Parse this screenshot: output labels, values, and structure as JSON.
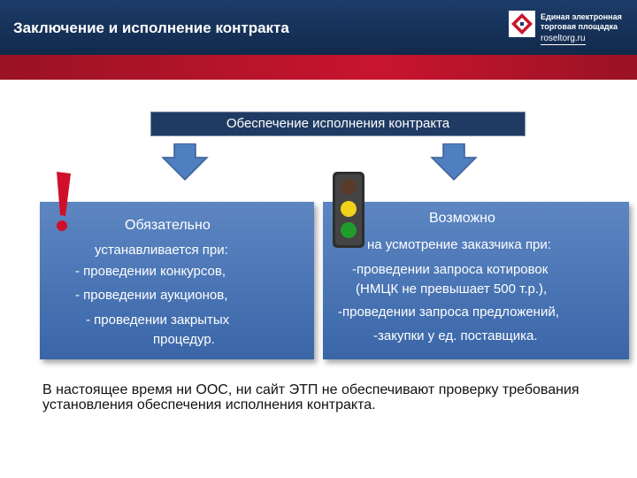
{
  "header": {
    "title": "Заключение и исполнение контракта",
    "logo_line1": "Единая электронная",
    "logo_line2": "торговая площадка",
    "logo_url": "roseltorg.ru"
  },
  "heading": "Обеспечение исполнения контракта",
  "left_panel": {
    "title": "Обязательно",
    "lines": [
      "устанавливается при:",
      "-  проведении конкурсов,",
      "-   проведении аукционов,",
      "-   проведении закрытых",
      "процедур."
    ]
  },
  "right_panel": {
    "title": "Возможно",
    "lines": [
      "на усмотрение заказчика при:",
      "-проведении запроса котировок",
      "(НМЦК не превышает 500 т.р.),",
      "-проведении запроса предложений,",
      "-закупки у ед. поставщика."
    ]
  },
  "note": "В настоящее время ни ООС, ни сайт ЭТП не обеспечивают проверку требования установления обеспечения исполнения контракта.",
  "icons": [
    "logo-icon",
    "arrow-down-icon",
    "exclamation-icon",
    "traffic-light-icon"
  ],
  "colors": {
    "header": "#1c3c69",
    "red_band": "#c8152e",
    "panel": "#4a76b7",
    "heading_box": "#1f3b63",
    "arrow": "#4f7fc0",
    "exclamation": "#d0102a"
  }
}
